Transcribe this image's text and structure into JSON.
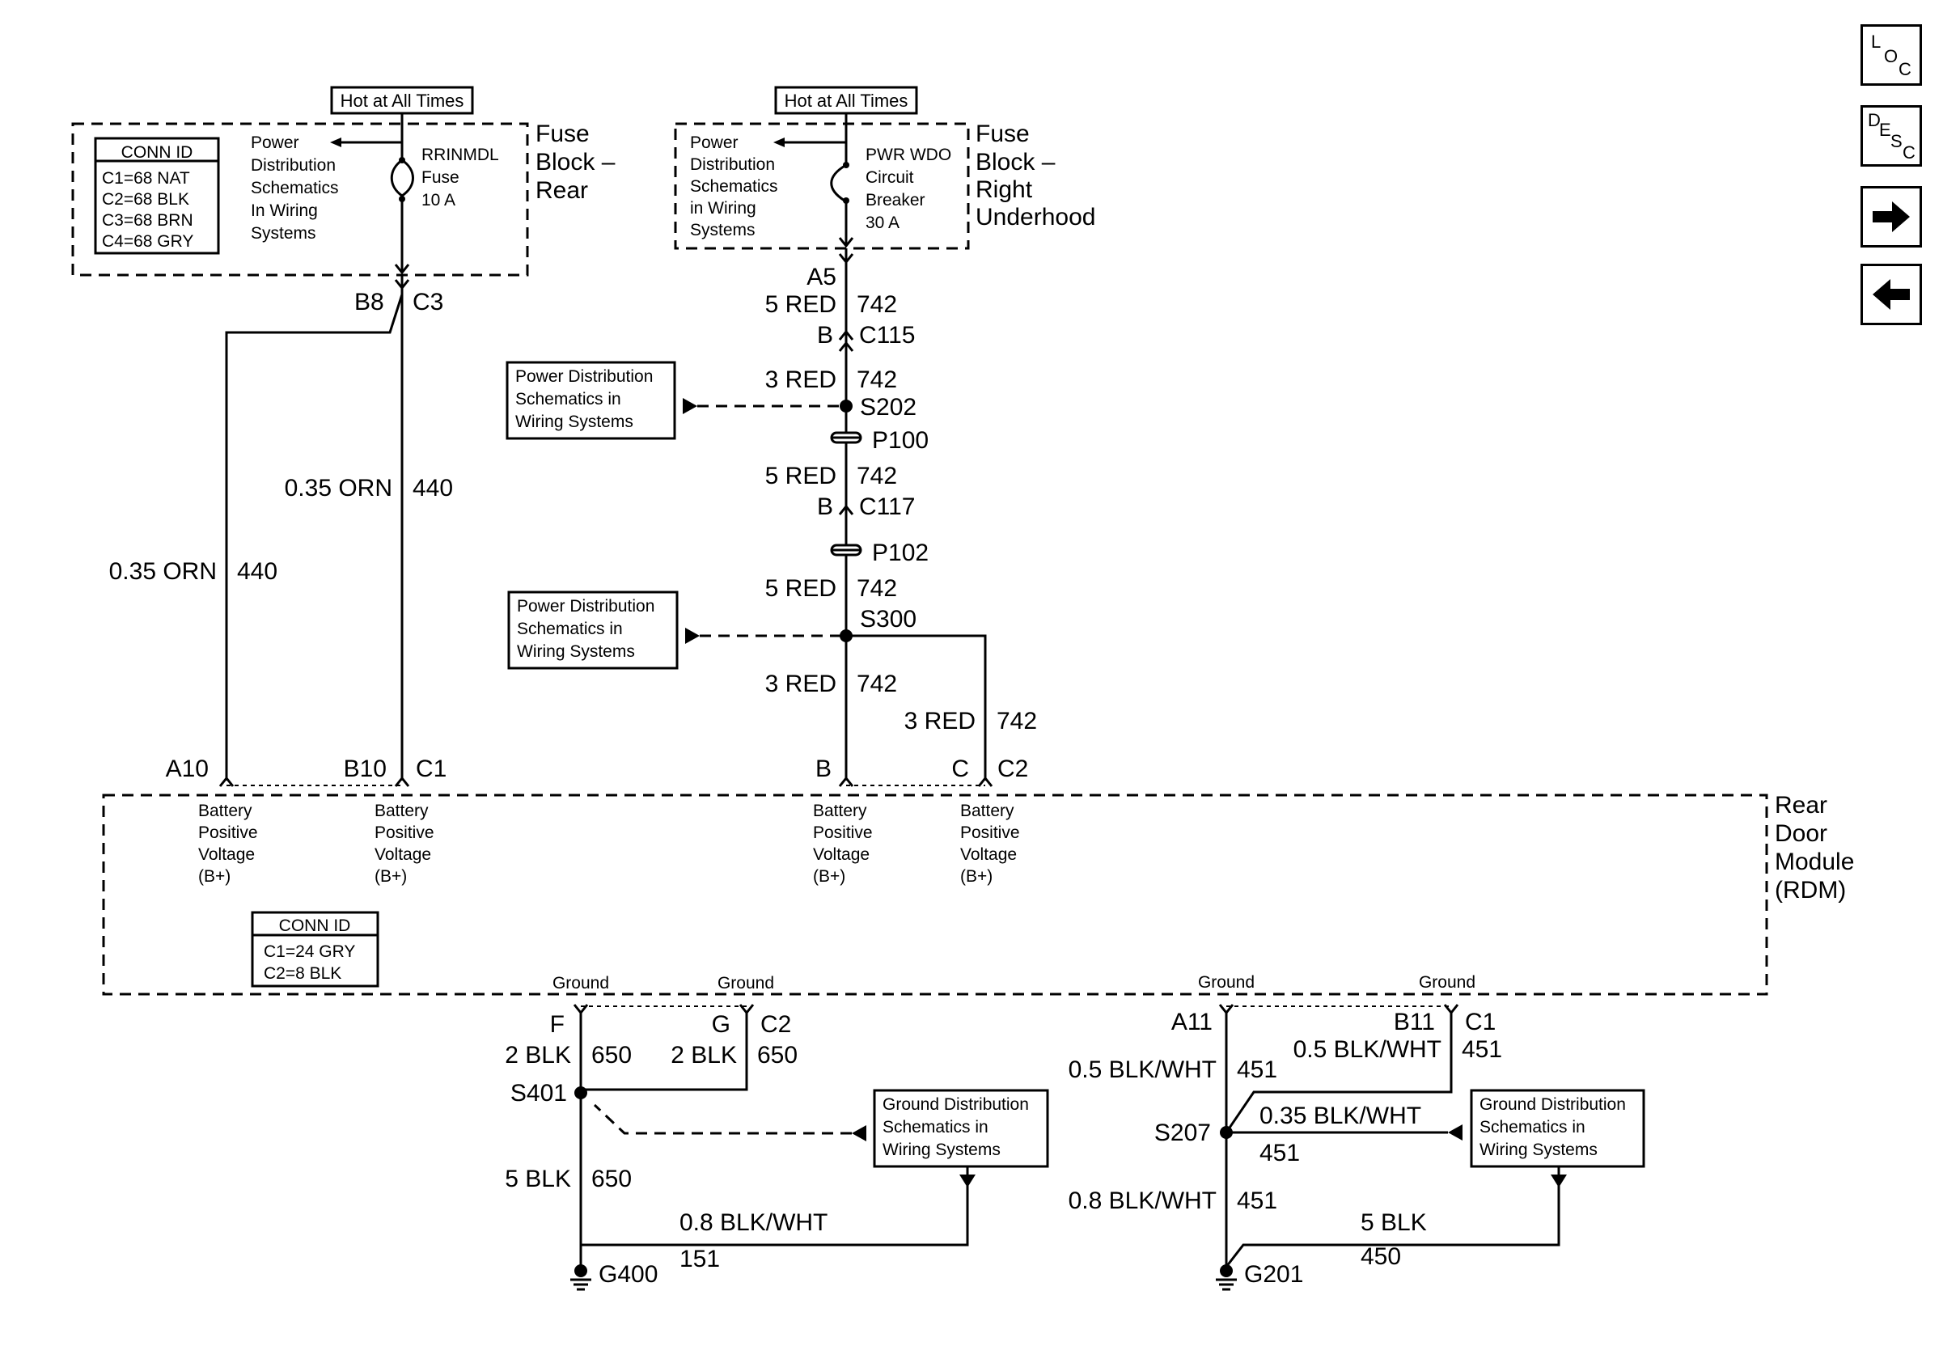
{
  "nav": {
    "loc": [
      "L",
      "O",
      "C"
    ],
    "desc": [
      "D",
      "E",
      "S",
      "C"
    ],
    "forward": "forward-arrow",
    "back": "back-arrow"
  },
  "top_tags": [
    "Hot at All Times",
    "Hot at All Times"
  ],
  "fuse_block_rear": {
    "title": [
      "Fuse",
      "Block –",
      "Rear"
    ],
    "conn_title": "CONN ID",
    "conn_rows": [
      "C1=68 NAT",
      "C2=68 BLK",
      "C3=68 BRN",
      "C4=68 GRY"
    ],
    "power_dist": [
      "Power",
      "Distribution",
      "Schematics",
      "In Wiring",
      "Systems"
    ],
    "fuse": [
      "RRINMDL",
      "Fuse",
      "10 A"
    ]
  },
  "fuse_block_right": {
    "title": [
      "Fuse",
      "Block –",
      "Right",
      "Underhood"
    ],
    "power_dist": [
      "Power",
      "Distribution",
      "Schematics",
      "in Wiring",
      "Systems"
    ],
    "breaker": [
      "PWR WDO",
      "Circuit",
      "Breaker",
      "30 A"
    ]
  },
  "rear_block_terminals": {
    "b8": "B8",
    "c3": "C3"
  },
  "orn_wires": [
    {
      "size_color": "0.35 ORN",
      "circuit": "440"
    },
    {
      "size_color": "0.35 ORN",
      "circuit": "440"
    }
  ],
  "red_feed": {
    "a5": "A5",
    "seg1": {
      "size_color": "5 RED",
      "circuit": "742"
    },
    "c115": {
      "pin": "B",
      "conn": "C115"
    },
    "seg2": {
      "size_color": "3 RED",
      "circuit": "742"
    },
    "s202": "S202",
    "p100": "P100",
    "seg3": {
      "size_color": "5 RED",
      "circuit": "742"
    },
    "c117": {
      "pin": "B",
      "conn": "C117"
    },
    "p102": "P102",
    "seg4": {
      "size_color": "5 RED",
      "circuit": "742"
    },
    "s300": "S300",
    "seg5": {
      "size_color": "3 RED",
      "circuit": "742"
    },
    "seg6": {
      "size_color": "3 RED",
      "circuit": "742"
    }
  },
  "ref_boxes": {
    "power1": [
      "Power Distribution",
      "Schematics in",
      "Wiring Systems"
    ],
    "power2": [
      "Power Distribution",
      "Schematics in",
      "Wiring Systems"
    ],
    "ground1": [
      "Ground Distribution",
      "Schematics in",
      "Wiring Systems"
    ],
    "ground2": [
      "Ground Distribution",
      "Schematics in",
      "Wiring Systems"
    ]
  },
  "module": {
    "title": [
      "Rear",
      "Door",
      "Module",
      "(RDM)"
    ],
    "conn_title": "CONN ID",
    "conn_rows": [
      "C1=24 GRY",
      "C2=8 BLK"
    ],
    "top_pins": [
      {
        "pin": "A10",
        "conn": ""
      },
      {
        "pin": "B10",
        "conn": "C1"
      },
      {
        "pin": "B",
        "conn": ""
      },
      {
        "pin": "C",
        "conn": "C2"
      }
    ],
    "bplus_label": [
      "Battery",
      "Positive",
      "Voltage",
      "(B+)"
    ],
    "ground_label": "Ground",
    "bottom_pins": [
      {
        "pin": "F",
        "conn": ""
      },
      {
        "pin": "G",
        "conn": "C2"
      },
      {
        "pin": "A11",
        "conn": ""
      },
      {
        "pin": "B11",
        "conn": "C1"
      }
    ]
  },
  "ground_left": {
    "w1": {
      "size_color": "2 BLK",
      "circuit": "650"
    },
    "w2": {
      "size_color": "2 BLK",
      "circuit": "650"
    },
    "s401": "S401",
    "w3": {
      "size_color": "5 BLK",
      "circuit": "650"
    },
    "w4": {
      "size_color": "0.8 BLK/WHT",
      "circuit": "151"
    },
    "g400": "G400"
  },
  "ground_right": {
    "w1": {
      "size_color": "0.5 BLK/WHT",
      "circuit": "451"
    },
    "w2": {
      "size_color": "0.5 BLK/WHT",
      "circuit": "451"
    },
    "w3": {
      "size_color": "0.35 BLK/WHT",
      "circuit": "451"
    },
    "s207": "S207",
    "w4": {
      "size_color": "0.8 BLK/WHT",
      "circuit": "451"
    },
    "w5": {
      "size_color": "5 BLK",
      "circuit": "450"
    },
    "g201": "G201"
  }
}
